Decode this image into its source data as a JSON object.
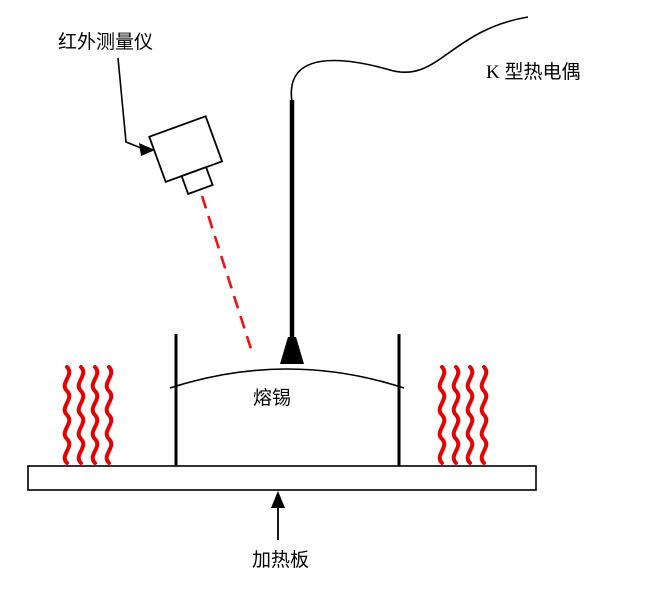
{
  "figure": {
    "labels": {
      "infrared_meter": "红外测量仪",
      "thermocouple": "K 型热电偶",
      "molten_solder": "熔锡",
      "heating_plate": "加热板"
    },
    "colors": {
      "heat_wave": "#e60000",
      "laser_beam": "#ee1111",
      "line": "#000000"
    }
  }
}
